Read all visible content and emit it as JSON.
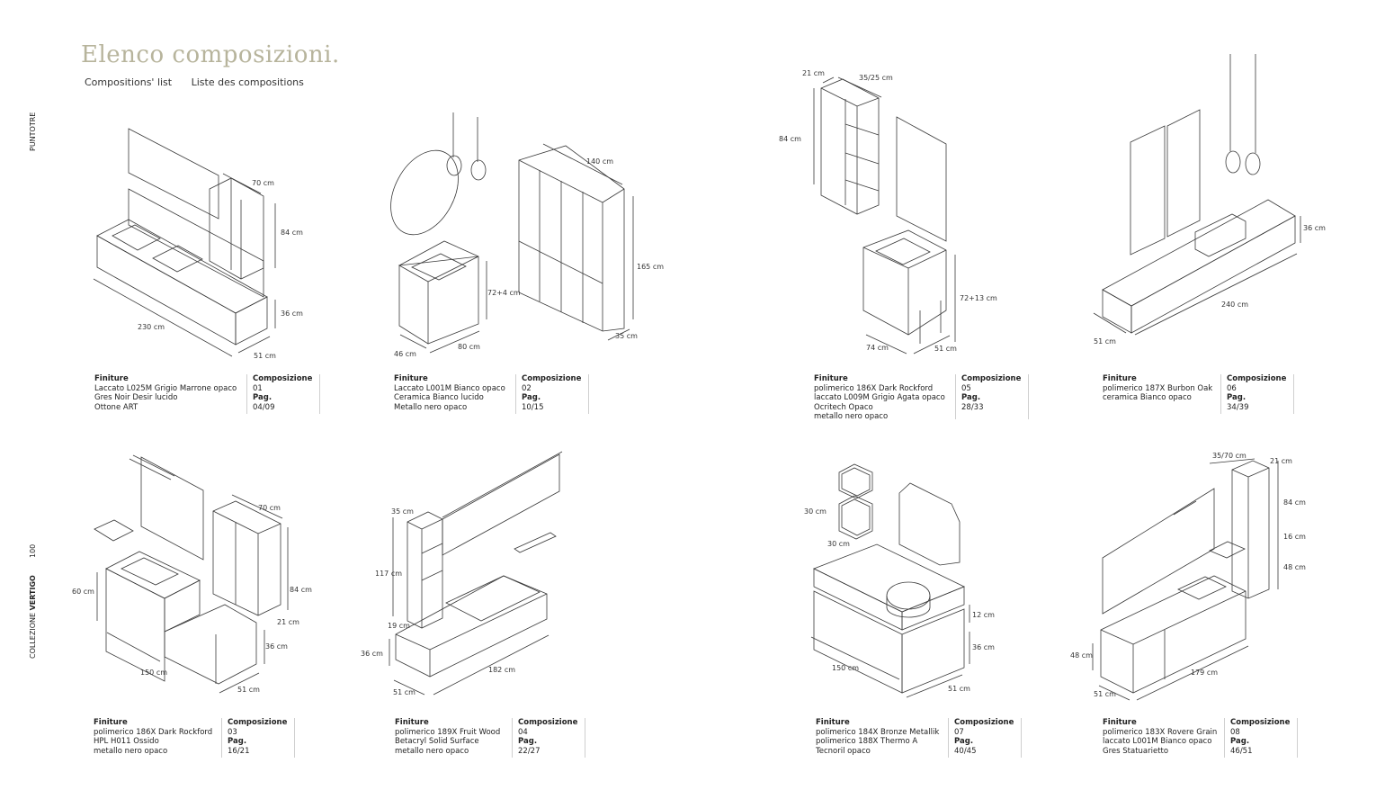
{
  "page": {
    "title": "Elenco composizioni.",
    "subtitle_en": "Compositions' list",
    "subtitle_fr": "Liste des compositions",
    "side_top": "PUNTOTRE",
    "side_page": "100",
    "side_collection": "COLLEZIONE",
    "side_collection_name": "VERTIGO"
  },
  "labels": {
    "finishes": "Finiture",
    "composition": "Composizione",
    "page": "Pag."
  },
  "compositions": [
    {
      "number": "01",
      "pages": "04/09",
      "finishes": [
        "Laccato L025M Grigio Marrone opaco",
        "Gres Noir Desir lucido",
        "Ottone ART"
      ],
      "dims": [
        "70 cm",
        "84 cm",
        "36 cm",
        "230 cm",
        "51 cm"
      ]
    },
    {
      "number": "02",
      "pages": "10/15",
      "finishes": [
        "Laccato L001M Bianco opaco",
        "Ceramica Bianco lucido",
        "Metallo nero opaco"
      ],
      "dims": [
        "140 cm",
        "165 cm",
        "35 cm",
        "72+4 cm",
        "80 cm",
        "46 cm"
      ]
    },
    {
      "number": "05",
      "pages": "28/33",
      "finishes": [
        "polimerico 186X Dark Rockford",
        "laccato L009M Grigio Agata opaco",
        "Ocritech Opaco",
        "metallo nero opaco"
      ],
      "dims": [
        "21 cm",
        "35/25 cm",
        "84 cm",
        "72+13 cm",
        "74 cm",
        "51 cm"
      ]
    },
    {
      "number": "06",
      "pages": "34/39",
      "finishes": [
        "polimerico 187X Burbon Oak",
        "ceramica Bianco opaco"
      ],
      "dims": [
        "36 cm",
        "240 cm",
        "51 cm"
      ]
    },
    {
      "number": "03",
      "pages": "16/21",
      "finishes": [
        "polimerico 186X Dark Rockford",
        "HPL H011 Ossido",
        "metallo nero opaco"
      ],
      "dims": [
        "70 cm",
        "60 cm",
        "84 cm",
        "21 cm",
        "36 cm",
        "150 cm",
        "51 cm"
      ]
    },
    {
      "number": "04",
      "pages": "22/27",
      "finishes": [
        "polimerico 189X Fruit Wood",
        "Betacryl Solid Surface",
        "metallo nero opaco"
      ],
      "dims": [
        "35 cm",
        "117 cm",
        "19 cm",
        "36 cm",
        "182 cm",
        "51 cm"
      ]
    },
    {
      "number": "07",
      "pages": "40/45",
      "finishes": [
        "polimerico 184X Bronze Metallik",
        "polimerico 188X Thermo A",
        "Tecnoril opaco"
      ],
      "dims": [
        "30 cm",
        "30 cm",
        "12 cm",
        "36 cm",
        "150 cm",
        "51 cm"
      ]
    },
    {
      "number": "08",
      "pages": "46/51",
      "finishes": [
        "polimerico 183X Rovere Grain",
        "laccato L001M Bianco opaco",
        "Gres Statuarietto"
      ],
      "dims": [
        "35/70 cm",
        "21 cm",
        "84 cm",
        "16 cm",
        "48 cm",
        "48 cm",
        "179 cm",
        "51 cm"
      ]
    }
  ]
}
